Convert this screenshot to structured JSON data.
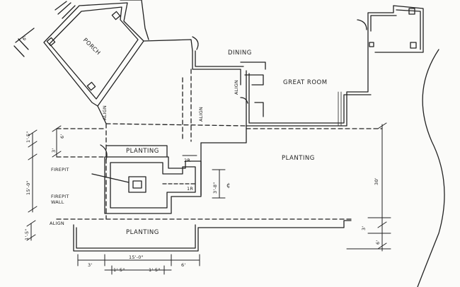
{
  "labels": {
    "porch": "PORCH",
    "dining": "DINING",
    "great_room": "GREAT ROOM",
    "align_1": "ALIGN",
    "align_2": "ALIGN",
    "align_3": "ALIGN",
    "align_4": "ALIGN",
    "planting_top": "PLANTING",
    "planting_right": "PLANTING",
    "planting_bottom": "PLANTING",
    "firepit": "FIREPIT",
    "firepit_wall_1": "FIREPIT",
    "firepit_wall_2": "WALL",
    "center_mark": "¢"
  },
  "dimensions": {
    "porch_6": "6'",
    "d_1_5_top": "1'-5\"",
    "d_3_top": "3'",
    "d_6_left": "6'",
    "d_15_0_left": "15'-0\"",
    "d_1_5_left": "1'-5\"",
    "d_2r": "2R",
    "d_1r": "1R",
    "d_3_8": "3'-8\"",
    "d_30": "30'",
    "d_3_right": "3'",
    "d_6_right": "6'",
    "d_3_bottom": "3'",
    "d_15_0_bottom": "15'-0\"",
    "d_6_bottom": "6'",
    "d_1_5_bl": "1'-5\"",
    "d_1_5_br": "1'-5\""
  },
  "colors": {
    "ink": "#222222",
    "paper": "#fbfbf9"
  }
}
